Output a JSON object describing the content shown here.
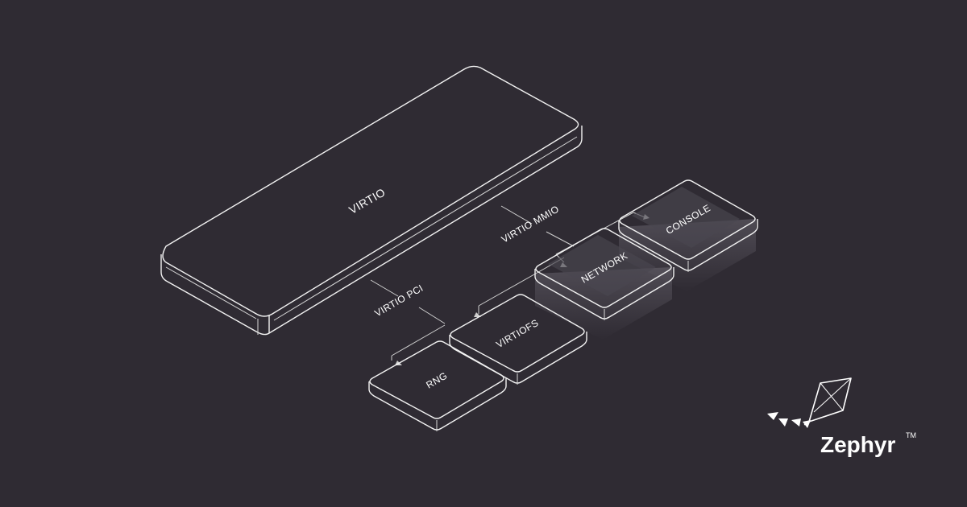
{
  "diagram": {
    "main_block": "VIRTIO",
    "transports": [
      "VIRTIO MMIO",
      "VIRTIO PCI"
    ],
    "devices": [
      "CONSOLE",
      "NETWORK",
      "VIRTIOFS",
      "RNG"
    ]
  },
  "brand": {
    "name": "Zephyr",
    "trademark": "TM"
  },
  "colors": {
    "background": "#2f2b33",
    "stroke": "#f2f2f2",
    "highlight": "#4a4650"
  }
}
